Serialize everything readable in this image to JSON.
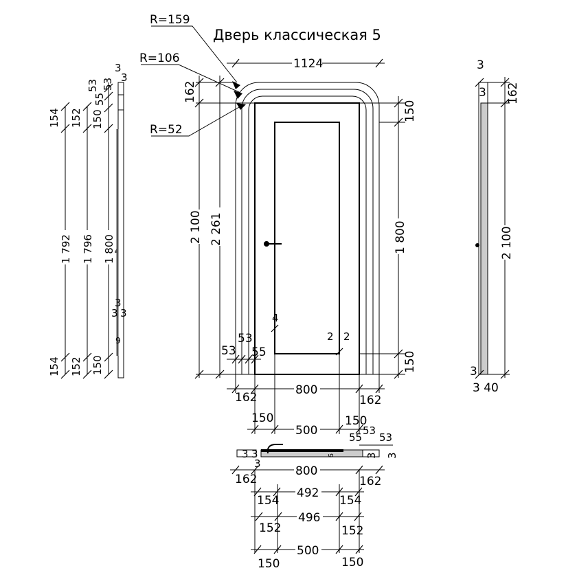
{
  "title": "Дверь классическая 5",
  "radii": {
    "r1": "R=159",
    "r2": "R=106",
    "r3": "R=52"
  },
  "front": {
    "top": "1124",
    "left_top": "162",
    "left_h": "2 100",
    "left_total": "2 261",
    "right_top": "150",
    "right_mid": "1 800",
    "right_bot": "150",
    "bot_small": [
      "53",
      "53",
      "55"
    ],
    "bot_left": "162",
    "bot_mid": "800",
    "bot_right": "162",
    "panel_left": "150",
    "panel_mid": "500",
    "panel_right": "150",
    "gap_left": "4",
    "gap_r1": "2",
    "gap_r2": "2"
  },
  "section": {
    "right_dims": [
      "55",
      "53",
      "53"
    ],
    "left_dims": [
      "3",
      "3",
      "3"
    ],
    "right_small": [
      "3",
      "3"
    ],
    "thick": "9",
    "row1": [
      "162",
      "800",
      "162"
    ],
    "row2": [
      "154",
      "492",
      "154"
    ],
    "row3": [
      "152",
      "496",
      "152"
    ],
    "row4": [
      "150",
      "500",
      "150"
    ]
  },
  "side_left": {
    "col1": [
      "154",
      "1 792",
      "154"
    ],
    "col2": [
      "152",
      "1 796",
      "152"
    ],
    "col3": [
      "150",
      "1 800",
      "150"
    ],
    "top_small": [
      "55",
      "53",
      "53",
      "3",
      "3"
    ],
    "mid_small": [
      "3",
      "3",
      "3"
    ],
    "bot_small": "9"
  },
  "side_right": {
    "top": "3",
    "top2": "3",
    "d162": "162",
    "d2100": "2 100",
    "bot": "3",
    "bot2": "3 40"
  }
}
